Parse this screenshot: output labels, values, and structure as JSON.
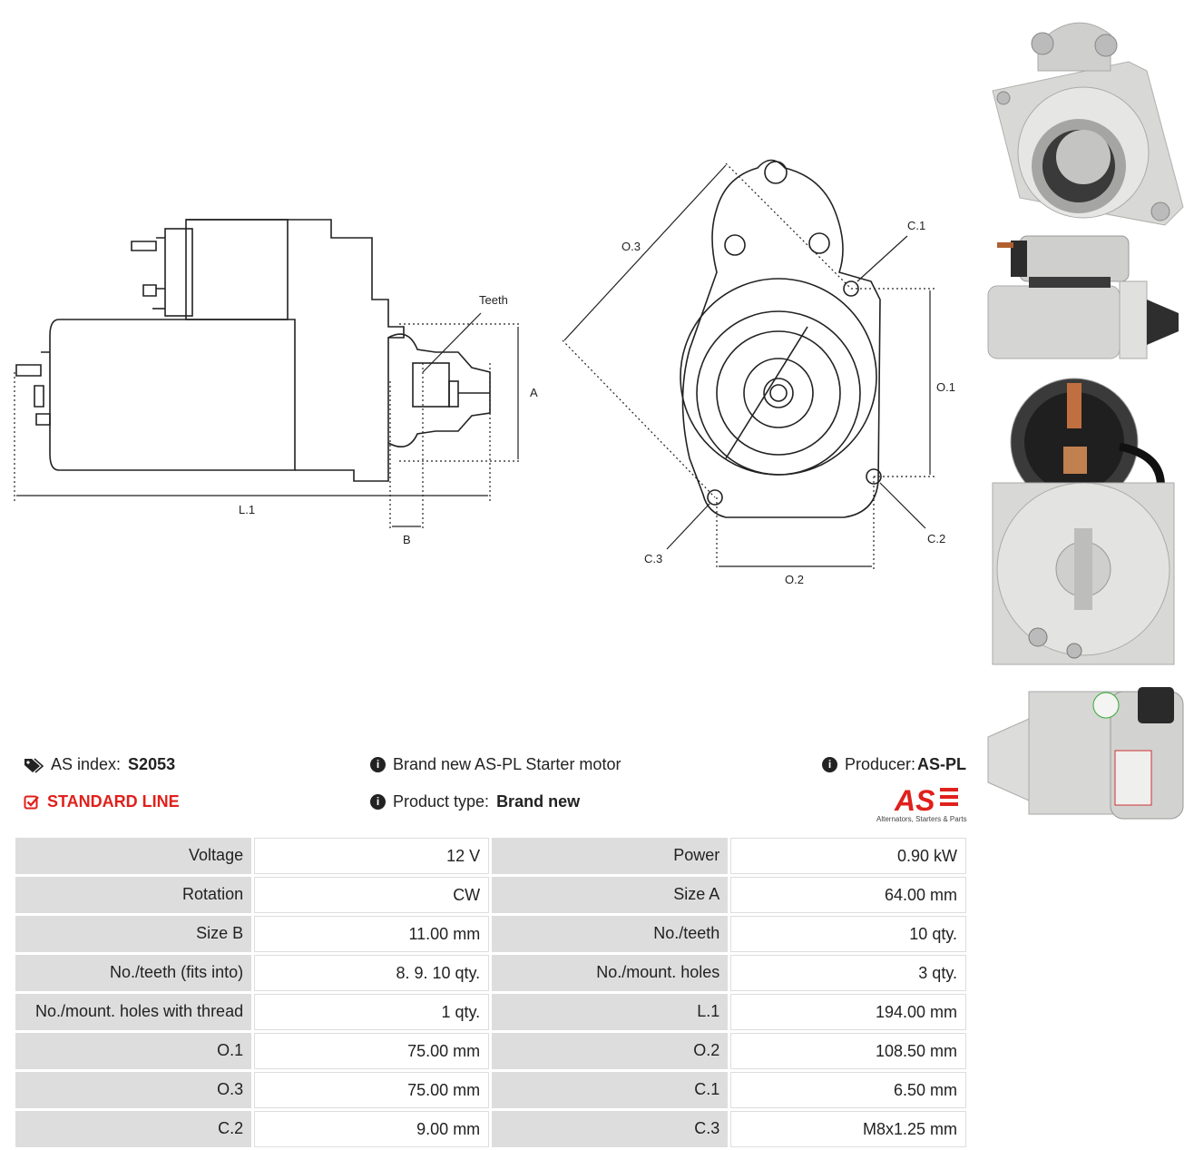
{
  "drawing": {
    "labels": {
      "teeth": "Teeth",
      "a": "A",
      "b": "B",
      "l1": "L.1",
      "o1": "O.1",
      "o2": "O.2",
      "o3": "O.3",
      "c1": "C.1",
      "c2": "C.2",
      "c3": "C.3"
    }
  },
  "info": {
    "as_index_label": "AS index:",
    "as_index_value": "S2053",
    "standard_line": "STANDARD LINE",
    "description": "Brand new AS-PL Starter motor",
    "product_type_label": "Product type:",
    "product_type_value": "Brand new",
    "producer_label": "Producer:",
    "producer_value": "AS-PL"
  },
  "logo": {
    "mark": "AS",
    "tagline": "Alternators, Starters & Parts"
  },
  "specs": [
    {
      "k1": "Voltage",
      "v1": "12 V",
      "k2": "Power",
      "v2": "0.90 kW"
    },
    {
      "k1": "Rotation",
      "v1": "CW",
      "k2": "Size A",
      "v2": "64.00 mm"
    },
    {
      "k1": "Size B",
      "v1": "11.00 mm",
      "k2": "No./teeth",
      "v2": "10 qty."
    },
    {
      "k1": "No./teeth (fits into)",
      "v1": "8. 9. 10 qty.",
      "k2": "No./mount. holes",
      "v2": "3 qty."
    },
    {
      "k1": "No./mount. holes with thread",
      "v1": "1 qty.",
      "k2": "L.1",
      "v2": "194.00 mm"
    },
    {
      "k1": "O.1",
      "v1": "75.00 mm",
      "k2": "O.2",
      "v2": "108.50 mm"
    },
    {
      "k1": "O.3",
      "v1": "75.00 mm",
      "k2": "C.1",
      "v2": "6.50 mm"
    },
    {
      "k1": "C.2",
      "v1": "9.00 mm",
      "k2": "C.3",
      "v2": "M8x1.25 mm"
    }
  ]
}
